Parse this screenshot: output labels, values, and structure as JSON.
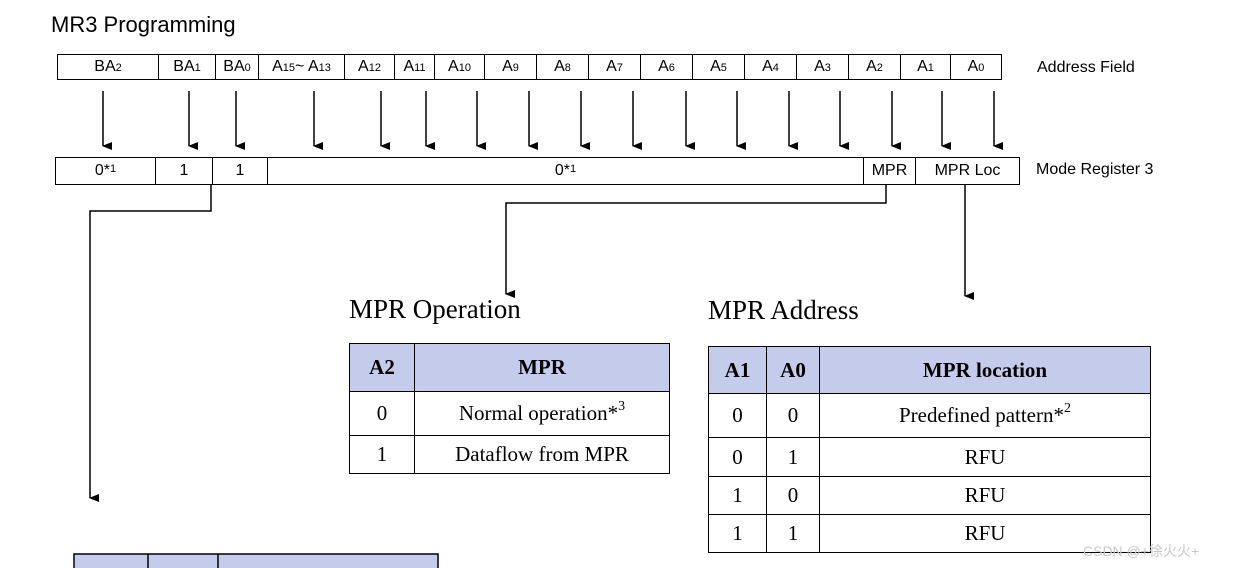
{
  "title": "MR3 Programming",
  "address_field_label": "Address Field",
  "mode_register_label": "Mode Register 3",
  "address_bits": [
    {
      "base": "BA",
      "sub": "2"
    },
    {
      "base": "BA",
      "sub": "1"
    },
    {
      "base": "BA",
      "sub": "0"
    },
    {
      "base": "A",
      "sub": "15",
      "mid": " ~ A",
      "sub2": "13"
    },
    {
      "base": "A",
      "sub": "12"
    },
    {
      "base": "A",
      "sub": "11"
    },
    {
      "base": "A",
      "sub": "10"
    },
    {
      "base": "A",
      "sub": "9"
    },
    {
      "base": "A",
      "sub": "8"
    },
    {
      "base": "A",
      "sub": "7"
    },
    {
      "base": "A",
      "sub": "6"
    },
    {
      "base": "A",
      "sub": "5"
    },
    {
      "base": "A",
      "sub": "4"
    },
    {
      "base": "A",
      "sub": "3"
    },
    {
      "base": "A",
      "sub": "2"
    },
    {
      "base": "A",
      "sub": "1"
    },
    {
      "base": "A",
      "sub": "0"
    }
  ],
  "mode_register_fields": [
    {
      "text": "0*",
      "sup": "1"
    },
    {
      "text": "1"
    },
    {
      "text": "1"
    },
    {
      "text": "0*",
      "sup": "1"
    },
    {
      "text": "MPR"
    },
    {
      "text": "MPR Loc"
    }
  ],
  "mpr_operation": {
    "title": "MPR Operation",
    "headers": [
      "A2",
      "MPR"
    ],
    "rows": [
      {
        "a2": "0",
        "mpr": "Normal operation*",
        "sup": "3"
      },
      {
        "a2": "1",
        "mpr": "Dataflow from MPR"
      }
    ]
  },
  "mpr_address": {
    "title": "MPR Address",
    "headers": [
      "A1",
      "A0",
      "MPR location"
    ],
    "rows": [
      {
        "a1": "0",
        "a0": "0",
        "loc": "Predefined pattern*",
        "sup": "2"
      },
      {
        "a1": "0",
        "a0": "1",
        "loc": "RFU"
      },
      {
        "a1": "1",
        "a0": "0",
        "loc": "RFU"
      },
      {
        "a1": "1",
        "a0": "1",
        "loc": "RFU"
      }
    ]
  },
  "watermark": "CSDN @+徐火火+",
  "colors": {
    "header_fill": "#c5cbea",
    "line": "#000000",
    "watermark": "#c9c9c9"
  }
}
